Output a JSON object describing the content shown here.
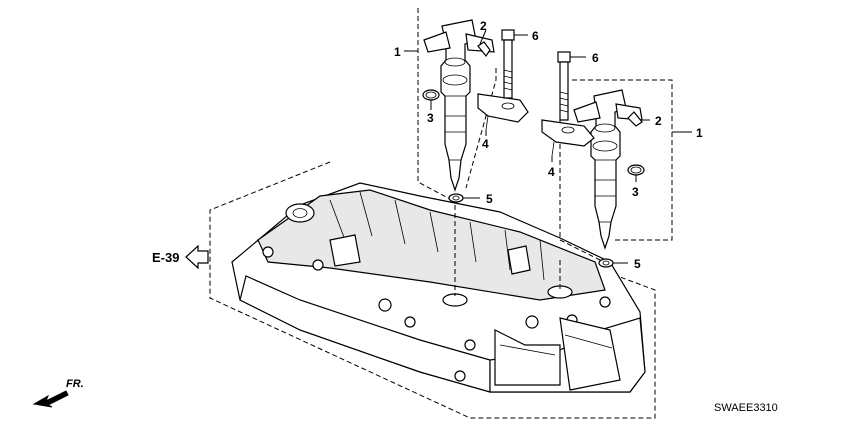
{
  "callouts": {
    "left_injector": "1",
    "left_clip": "2",
    "left_oring": "3",
    "left_clamp": "4",
    "left_washer": "5",
    "left_bolt": "6",
    "right_injector": "1",
    "right_clip": "2",
    "right_oring": "3",
    "right_clamp": "4",
    "right_washer": "5",
    "right_bolt": "6"
  },
  "reference_label": "E-39",
  "direction_label": "FR.",
  "diagram_code": "SWAEE3310"
}
